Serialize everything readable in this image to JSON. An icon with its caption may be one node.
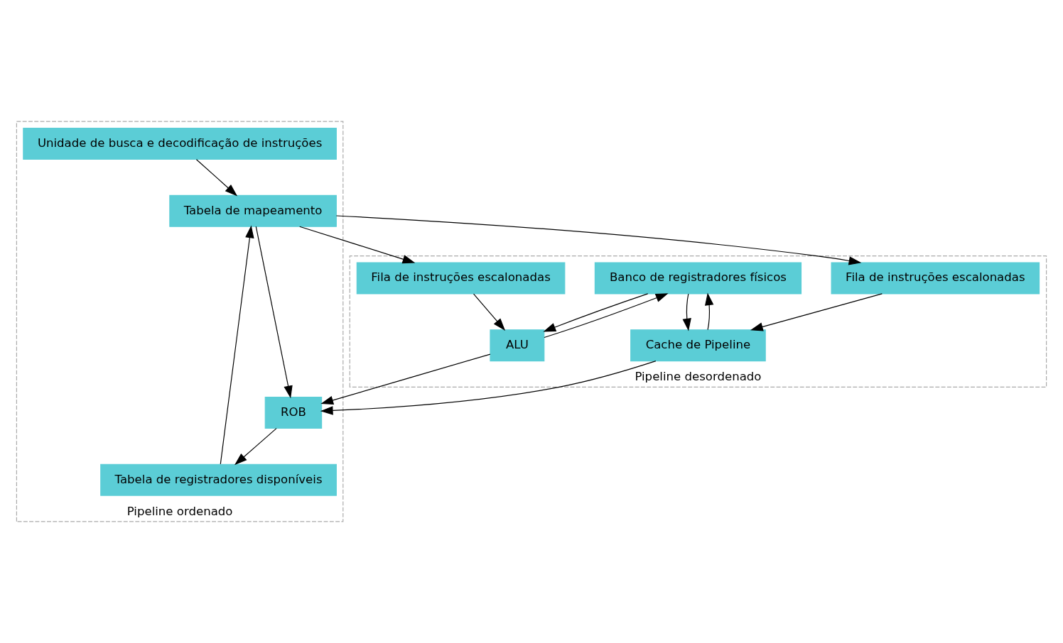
{
  "diagram": {
    "nodes": [
      {
        "text": [
          "Pipeline ordenado"
        ]
      },
      {
        "text": [
          "Pipeline desordenado"
        ]
      },
      {
        "text": [
          "Unidade de busca e decodificação de instruções"
        ],
        "in": 0
      },
      {
        "text": [
          "Tabela de mapeamento"
        ],
        "in": 0
      },
      {
        "text": [
          "ROB"
        ],
        "in": 0
      },
      {
        "text": [
          "Tabela de registradores disponíveis"
        ],
        "in": 0
      },
      {
        "text": [
          "Fila de instruções escalonadas"
        ],
        "in": 1
      },
      {
        "text": [
          "Fila de instruções escalonadas"
        ],
        "in": 1
      },
      {
        "text": [
          "Banco de registradores físicos"
        ],
        "in": 1
      },
      {
        "text": [
          "ALU"
        ],
        "in": 1
      },
      {
        "text": [
          "Cache de Pipeline"
        ],
        "in": 1
      }
    ],
    "edges": [
      {
        "from": 2,
        "to": 3,
        "arrow": "to"
      },
      {
        "from": 3,
        "to": 6,
        "arrow": "to"
      },
      {
        "from": 3,
        "to": 7,
        "arrow": "to"
      },
      {
        "from": 5,
        "to": 3,
        "arrow": "to"
      },
      {
        "from": 3,
        "to": 4,
        "arrow": "to"
      },
      {
        "from": 4,
        "to": 5,
        "arrow": "to"
      },
      {
        "from": 6,
        "to": 9,
        "arrow": "to"
      },
      {
        "from": 7,
        "to": 10,
        "arrow": "to"
      },
      {
        "from": 8,
        "to": 9,
        "arrow": "to"
      },
      {
        "from": 8,
        "to": 10,
        "arrow": "to"
      },
      {
        "from": 9,
        "to": 4,
        "arrow": "to"
      },
      {
        "from": 9,
        "to": 8,
        "arrow": "to"
      },
      {
        "from": 10,
        "to": 4,
        "arrow": "to"
      },
      {
        "from": 10,
        "to": 8,
        "arrow": "to"
      }
    ]
  }
}
